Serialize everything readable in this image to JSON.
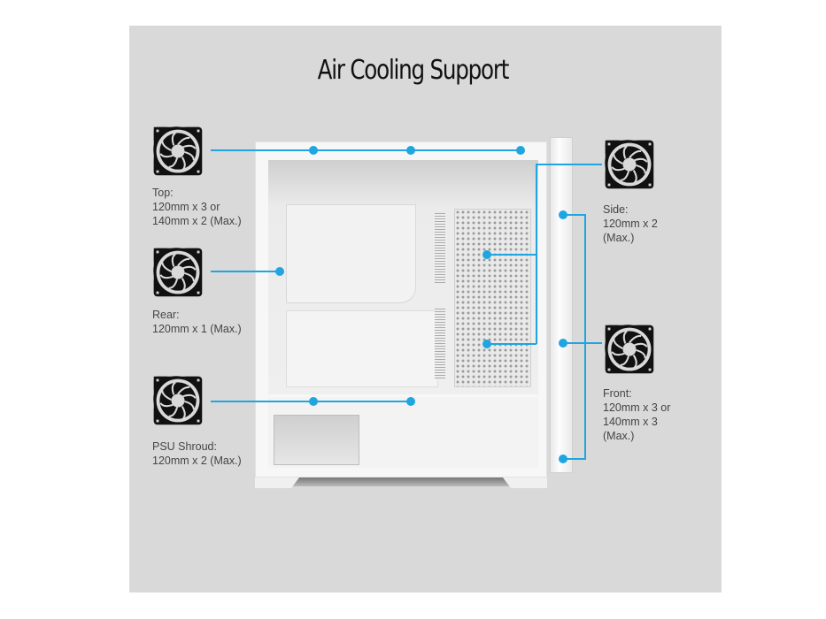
{
  "title": "Air Cooling Support",
  "colors": {
    "background": "#d9d9d9",
    "accent_line": "#1fa5e0",
    "text": "#444444",
    "title": "#111111"
  },
  "fans": [
    {
      "id": "top",
      "icon": "fan-icon",
      "label": "Top:\n120mm x 3 or\n140mm x 2 (Max.)"
    },
    {
      "id": "rear",
      "icon": "fan-icon",
      "label": "Rear:\n120mm x 1 (Max.)"
    },
    {
      "id": "psu-shroud",
      "icon": "fan-icon",
      "label": "PSU Shroud:\n120mm x 2 (Max.)"
    },
    {
      "id": "side",
      "icon": "fan-icon",
      "label": "Side:\n120mm x 2\n(Max.)"
    },
    {
      "id": "front",
      "icon": "fan-icon",
      "label": "Front:\n120mm x 3 or\n140mm x 3\n(Max.)"
    }
  ]
}
